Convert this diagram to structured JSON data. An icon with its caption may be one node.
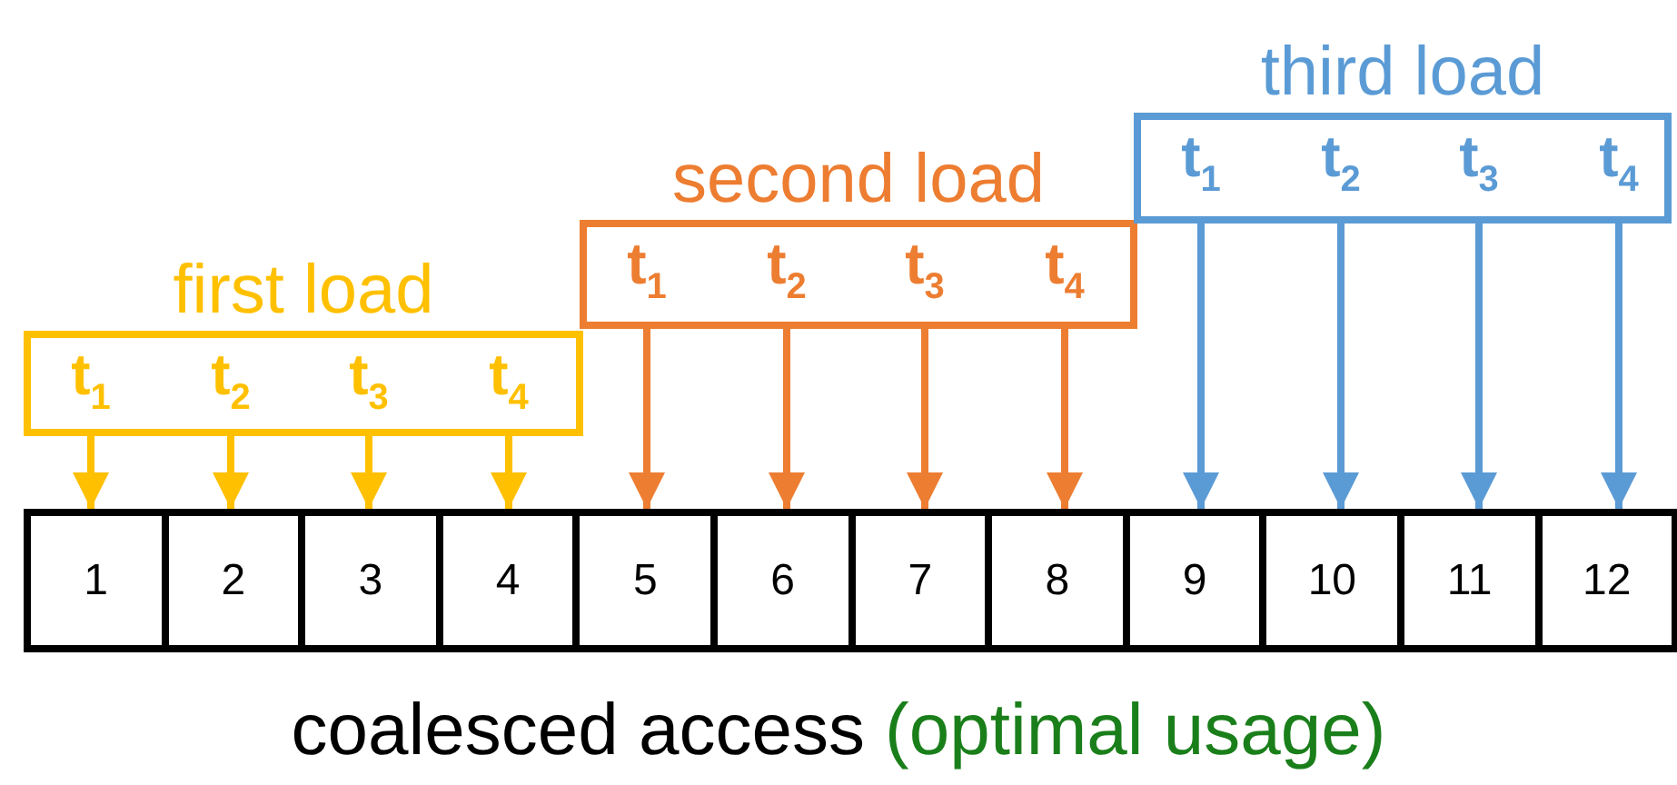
{
  "diagram": {
    "nodes": [
      {
        "text": [
          "first load"
        ]
      },
      {
        "text": [
          "t$_{1}$"
        ],
        "in": 0
      },
      {
        "text": [
          "t$_{2}$"
        ],
        "in": 0
      },
      {
        "text": [
          "t$_{3}$"
        ],
        "in": 0
      },
      {
        "text": [
          "t$_{4}$"
        ],
        "in": 0
      },
      {
        "text": [
          "second load"
        ]
      },
      {
        "text": [
          "t$_{1}$"
        ],
        "in": 5
      },
      {
        "text": [
          "t$_{2}$"
        ],
        "in": 5
      },
      {
        "text": [
          "t$_{3}$"
        ],
        "in": 5
      },
      {
        "text": [
          "t$_{4}$"
        ],
        "in": 5
      },
      {
        "text": [
          "third load"
        ]
      },
      {
        "text": [
          "t$_{1}$"
        ],
        "in": 10
      },
      {
        "text": [
          "t$_{2}$"
        ],
        "in": 10
      },
      {
        "text": [
          "t$_{3}$"
        ],
        "in": 10
      },
      {
        "text": [
          "t$_{4}$"
        ],
        "in": 10
      },
      {
        "text": [
          "1"
        ]
      },
      {
        "text": [
          "2"
        ]
      },
      {
        "text": [
          "3"
        ]
      },
      {
        "text": [
          "4"
        ]
      },
      {
        "text": [
          "5"
        ]
      },
      {
        "text": [
          "6"
        ]
      },
      {
        "text": [
          "7"
        ]
      },
      {
        "text": [
          "8"
        ]
      },
      {
        "text": [
          "9"
        ]
      },
      {
        "text": [
          "10"
        ]
      },
      {
        "text": [
          "11"
        ]
      },
      {
        "text": [
          "12"
        ]
      }
    ],
    "edges": [
      {
        "from": 1,
        "to": 15,
        "arrow": "to",
        "color": "#ffc000"
      },
      {
        "from": 2,
        "to": 16,
        "arrow": "to",
        "color": "#ffc000"
      },
      {
        "from": 3,
        "to": 17,
        "arrow": "to",
        "color": "#ffc000"
      },
      {
        "from": 4,
        "to": 18,
        "arrow": "to",
        "color": "#ffc000"
      },
      {
        "from": 6,
        "to": 19,
        "arrow": "to",
        "color": "#ed7d31"
      },
      {
        "from": 7,
        "to": 20,
        "arrow": "to",
        "color": "#ed7d31"
      },
      {
        "from": 8,
        "to": 21,
        "arrow": "to",
        "color": "#ed7d31"
      },
      {
        "from": 9,
        "to": 22,
        "arrow": "to",
        "color": "#ed7d31"
      },
      {
        "from": 11,
        "to": 23,
        "arrow": "to",
        "color": "#5b9bd5"
      },
      {
        "from": 12,
        "to": 24,
        "arrow": "to",
        "color": "#5b9bd5"
      },
      {
        "from": 13,
        "to": 25,
        "arrow": "to",
        "color": "#5b9bd5"
      },
      {
        "from": 14,
        "to": 26,
        "arrow": "to",
        "color": "#5b9bd5"
      }
    ],
    "labels": [
      "coalesced access",
      "(optimal usage)"
    ]
  }
}
